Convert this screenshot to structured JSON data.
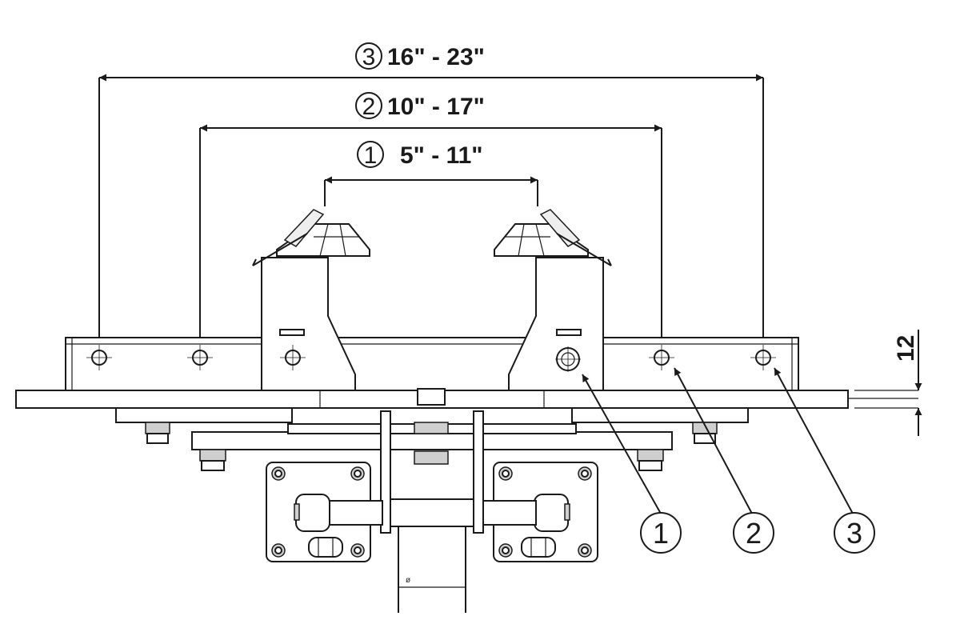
{
  "dimensions": [
    {
      "marker": "3",
      "label": "16\" - 23\""
    },
    {
      "marker": "2",
      "label": "10\" - 17\""
    },
    {
      "marker": "1",
      "label": "5\" - 11\""
    }
  ],
  "side_dimension": "12",
  "balloons": [
    "1",
    "2",
    "3"
  ],
  "small_mark": "ø"
}
